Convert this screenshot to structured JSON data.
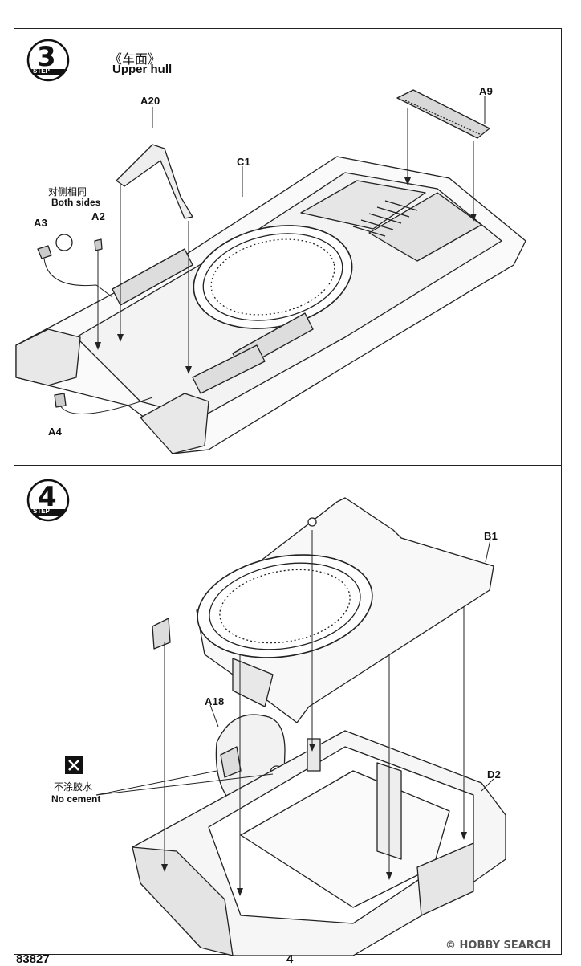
{
  "step3": {
    "number": "3",
    "step_word": "STEP",
    "title_cn": "《车面》",
    "title_en": "Upper hull",
    "note_cn": "对侧相同",
    "note_en": "Both sides",
    "parts": [
      "A20",
      "C1",
      "A9",
      "A3",
      "A2",
      "A4"
    ]
  },
  "step4": {
    "number": "4",
    "step_word": "STEP",
    "note_cn": "不涂胶水",
    "note_en": "No cement",
    "parts": [
      "B1",
      "A18",
      "D2"
    ]
  },
  "footer": {
    "kit_number": "83827",
    "page_number": "4"
  },
  "watermark": {
    "text": "© HOBBY SEARCH"
  }
}
